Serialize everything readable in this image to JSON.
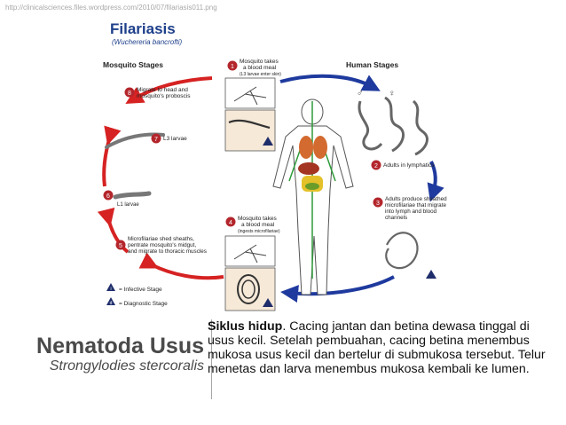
{
  "source_url": "http://clinicalsciences.files.wordpress.com/2010/07/filariasis011.png",
  "diagram": {
    "title": "Filariasis",
    "species": "(Wuchereria bancrofti)",
    "mosquito_stages": "Mosquito Stages",
    "human_stages": "Human Stages",
    "step1": {
      "num": "1",
      "lines": [
        "Mosquito takes",
        "a blood meal",
        "(L3 larvae enter skin)"
      ]
    },
    "step2": {
      "num": "2",
      "text": "Adults in lymphatics"
    },
    "step3": {
      "num": "3",
      "lines": [
        "Adults produce sheathed",
        "microfilariae that migrate",
        "into lymph and blood",
        "channels"
      ]
    },
    "step4": {
      "num": "4",
      "lines": [
        "Mosquito takes",
        "a blood meal",
        "(ingests microfilariae)"
      ]
    },
    "step5": {
      "num": "5",
      "lines": [
        "Microfilariae shed sheaths,",
        "pentrate mosquito's midgut,",
        "and migrate to thoracic muscles"
      ]
    },
    "step6": {
      "num": "6",
      "text": "L1 larvae"
    },
    "step7": {
      "num": "7",
      "text": "L3 larvae"
    },
    "step8": {
      "num": "8",
      "lines": [
        "Migrate to head and",
        "mosquito's proboscis"
      ]
    },
    "legend_infective": "= Infective Stage",
    "legend_diagnostic": "= Diagnostic Stage",
    "legend_i": "i",
    "legend_d": "d",
    "male_symbol": "♂",
    "female_symbol": "♀"
  },
  "title": "Nematoda Usus",
  "subtitle": "Strongylodies stercoralis",
  "description": {
    "bold": "Siklus hidup",
    "text": ". Cacing jantan dan betina dewasa tinggal di usus kecil. Setelah pembuahan, cacing betina menembus mukosa usus kecil dan bertelur di submukosa tersebut. Telur menetas dan larva menembus mukosa kembali ke lumen."
  },
  "colors": {
    "red_arrow": "#d62222",
    "blue_arrow": "#1f3a9e",
    "step_circle": "#b3262c",
    "title_blue": "#1e3f8a"
  }
}
